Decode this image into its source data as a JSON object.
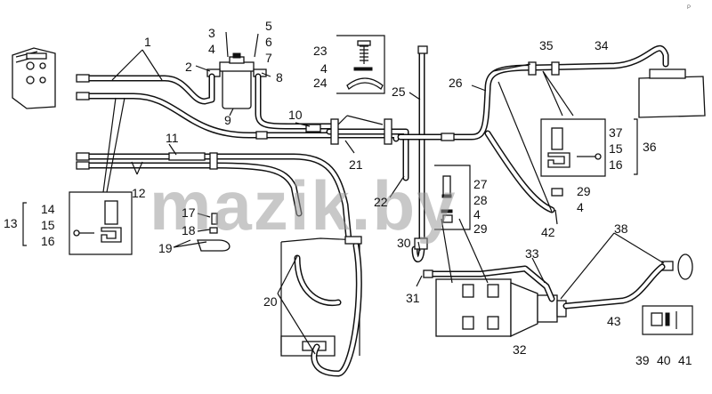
{
  "diagram": {
    "labels": {
      "l1": "1",
      "l2": "2",
      "l3": "3",
      "l4a": "4",
      "l5": "5",
      "l6": "6",
      "l7": "7",
      "l8": "8",
      "l9": "9",
      "l10": "10",
      "l11": "11",
      "l12": "12",
      "l13": "13",
      "l14": "14",
      "l15a": "15",
      "l16a": "16",
      "l17": "17",
      "l18": "18",
      "l19": "19",
      "l20": "20",
      "l21": "21",
      "l22": "22",
      "l23": "23",
      "l4b": "4",
      "l24": "24",
      "l25": "25",
      "l26": "26",
      "l27": "27",
      "l28": "28",
      "l4c": "4",
      "l29a": "29",
      "l29b": "29",
      "l4d": "4",
      "l30": "30",
      "l31": "31",
      "l32": "32",
      "l33": "33",
      "l34": "34",
      "l35": "35",
      "l36": "36",
      "l37": "37",
      "l15b": "15",
      "l16b": "16",
      "l38": "38",
      "l39": "39",
      "l40": "40",
      "l41": "41",
      "l42": "42",
      "l43": "43"
    },
    "watermark": "mazik.by",
    "corner_mark": "P"
  },
  "colors": {
    "line": "#111111",
    "paper": "#ffffff",
    "watermark": "#9a9a9a"
  }
}
